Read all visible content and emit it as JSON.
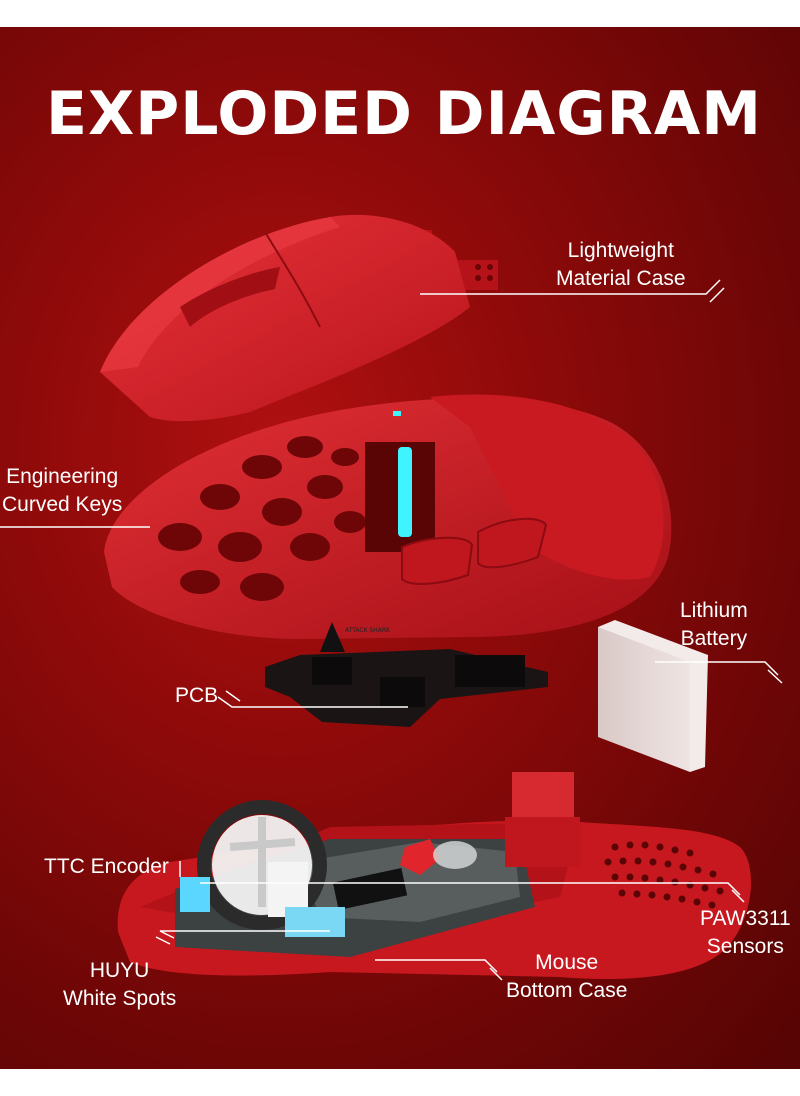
{
  "title": "EXPLODED DIAGRAM",
  "colors": {
    "background": "#8f0a0a",
    "part_red": "#d11f26",
    "text": "#ffffff",
    "accent_led": "#3ff3ff"
  },
  "labels": {
    "case": {
      "line1": "Lightweight",
      "line2": "Material Case"
    },
    "keys": {
      "line1": "Engineering",
      "line2": "Curved Keys"
    },
    "battery": {
      "line1": "Lithium",
      "line2": "Battery"
    },
    "pcb": "PCB",
    "encoder": "TTC Encoder",
    "sensor": {
      "line1": "PAW3311",
      "line2": "Sensors"
    },
    "spots": {
      "line1": "HUYU",
      "line2": "White Spots"
    },
    "bottom": {
      "line1": "Mouse",
      "line2": "Bottom Case"
    }
  }
}
